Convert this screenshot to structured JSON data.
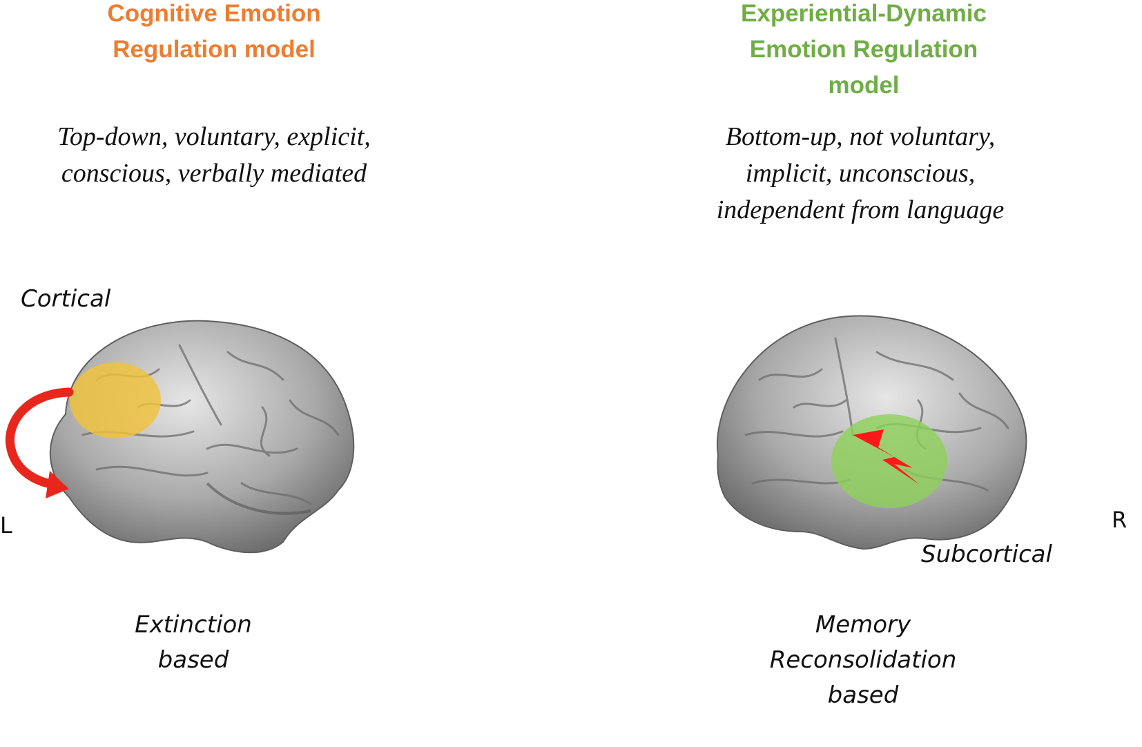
{
  "colors": {
    "left_title": "#ed7d31",
    "right_title": "#70ad47",
    "left_highlight": "#f2c23c",
    "right_highlight": "#8fd15a",
    "arrow": "#e8261c",
    "bolt": "#ff1a1a"
  },
  "left": {
    "title": "Cognitive Emotion\nRegulation model",
    "description": "Top-down, voluntary, explicit,\nconscious, verbally mediated",
    "region_label": "Cortical",
    "mechanism": "Extinction\nbased",
    "hemisphere": "L",
    "icon": "curved-arrow-icon"
  },
  "right": {
    "title": "Experiential-Dynamic\nEmotion Regulation\nmodel",
    "description": "Bottom-up, not voluntary,\nimplicit, unconscious,\nindependent from language",
    "region_label": "Subcortical",
    "mechanism": "Memory\nReconsolidation\nbased",
    "hemisphere": "R",
    "icon": "lightning-bolt-icon"
  }
}
